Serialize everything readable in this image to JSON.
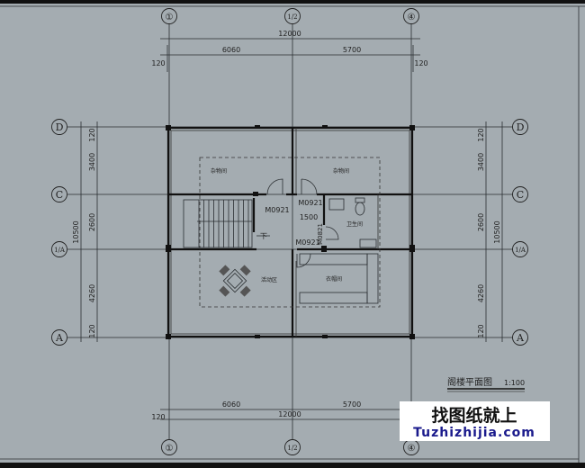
{
  "axes": {
    "vertical": [
      "①",
      "1/2",
      "④"
    ],
    "horizontal": [
      "D",
      "C",
      "1/A",
      "A"
    ]
  },
  "dimensions": {
    "top": {
      "total": "12000",
      "seg1": "6060",
      "seg2": "5700",
      "offset_left": "120",
      "offset_right": "120"
    },
    "bottom": {
      "total": "12000",
      "seg1": "6060",
      "seg2": "5700",
      "offset_left": "120"
    },
    "left": {
      "total": "10500",
      "segs": [
        "120",
        "3400",
        "2600",
        "4260",
        "120"
      ]
    },
    "right": {
      "total": "10500",
      "segs": [
        "120",
        "3400",
        "2600",
        "4260",
        "120"
      ]
    }
  },
  "rooms": {
    "storage_left": "杂物间",
    "storage_right": "杂物间",
    "bathroom": "卫生间",
    "activity": "活动区",
    "closet": "衣帽间",
    "stairs_down": "下"
  },
  "doors": {
    "d1": "M0921",
    "d2": "M0921",
    "d3": "M0921",
    "d4": "M0821",
    "corridor_width": "1500"
  },
  "title": {
    "name": "阁楼平面图",
    "scale": "1:100"
  },
  "watermark": {
    "line1": "找图纸就上",
    "line2": "Tuzhizhijia.com"
  },
  "colors": {
    "background": "#a4acb1",
    "line": "#222222",
    "watermark_text": "#1a1a8c"
  }
}
